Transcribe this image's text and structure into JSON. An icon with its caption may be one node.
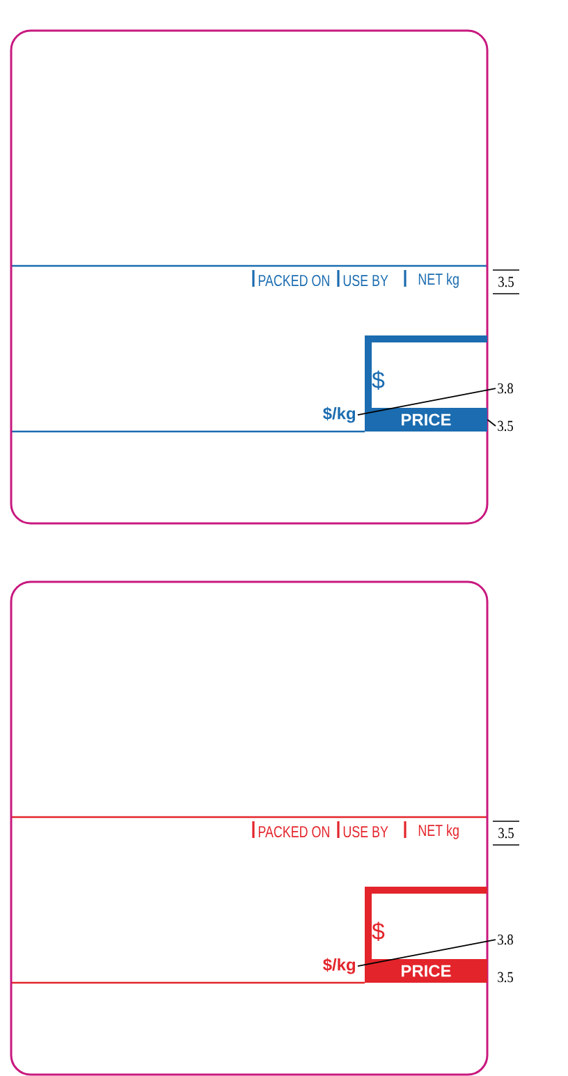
{
  "diagram": {
    "nodes": [
      {
        "text": [],
        "shape": "box"
      },
      {
        "text": [
          "$"
        ],
        "in": 0
      },
      {
        "text": [
          "PRICE"
        ],
        "in": 0
      },
      {
        "text": [
          "$/kg"
        ],
        "in": 0
      },
      {
        "text": [
          "3.8"
        ]
      },
      {
        "text": [
          "3.5"
        ]
      },
      {
        "text": [],
        "shape": "box"
      },
      {
        "text": [
          "$"
        ],
        "in": 6
      },
      {
        "text": [
          "PRICE"
        ],
        "in": 6,
        "beside": [
          "3.5"
        ]
      },
      {
        "text": [
          "$/kg"
        ],
        "in": 6
      },
      {
        "text": [
          "3.8"
        ]
      }
    ],
    "edges": [
      {
        "from": 4,
        "to": 3,
        "arrow": "none"
      },
      {
        "from": 5,
        "to": 2,
        "arrow": "none"
      },
      {
        "from": 10,
        "to": 9,
        "arrow": "none"
      }
    ],
    "labels": [
      "PACKED ON",
      "USE BY",
      "NET kg",
      "3.5",
      "PACKED ON",
      "USE BY",
      "NET kg",
      "3.5"
    ]
  }
}
